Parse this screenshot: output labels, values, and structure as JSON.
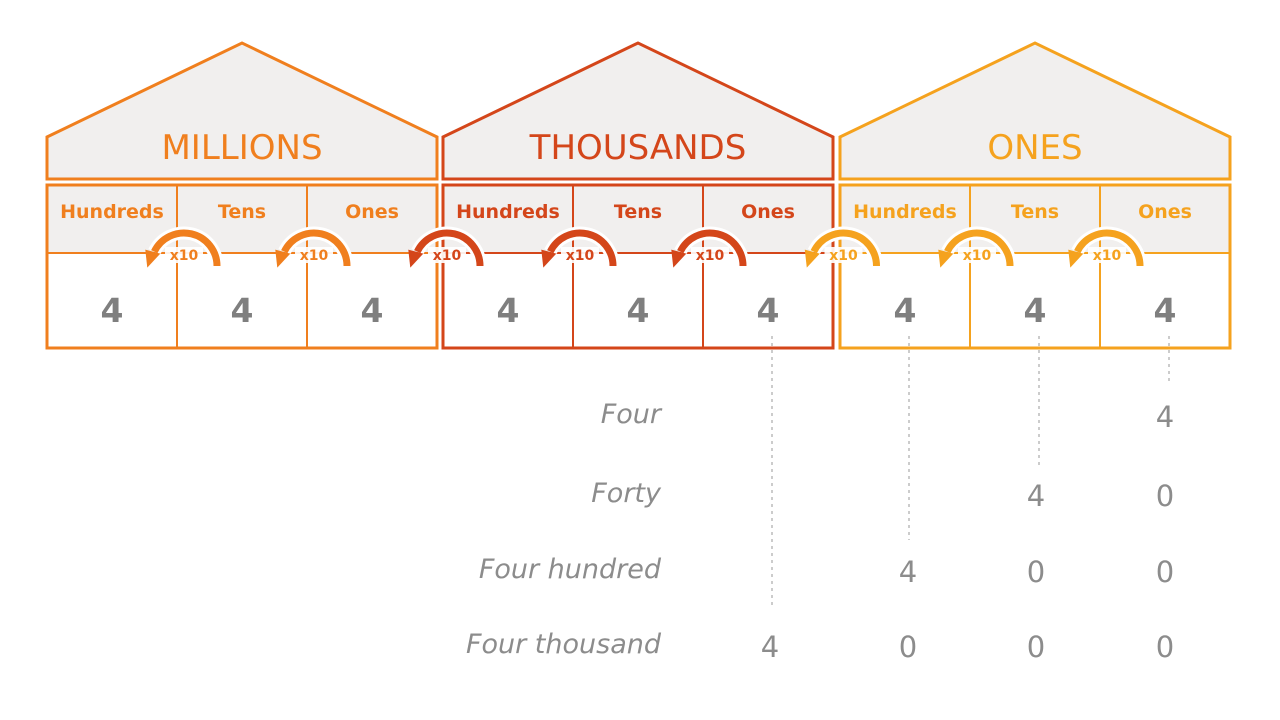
{
  "colors": {
    "millions": "#f07f1e",
    "thousands": "#d4461a",
    "ones": "#f5a21e",
    "fill": "#f1efee",
    "digit": "#7f7f7f",
    "dotted": "#cccccc"
  },
  "periods": [
    {
      "name": "MILLIONS",
      "color_key": "millions",
      "columns": [
        {
          "label": "Hundreds",
          "digit": "4"
        },
        {
          "label": "Tens",
          "digit": "4"
        },
        {
          "label": "Ones",
          "digit": "4"
        }
      ]
    },
    {
      "name": "THOUSANDS",
      "color_key": "thousands",
      "columns": [
        {
          "label": "Hundreds",
          "digit": "4"
        },
        {
          "label": "Tens",
          "digit": "4"
        },
        {
          "label": "Ones",
          "digit": "4"
        }
      ]
    },
    {
      "name": "ONES",
      "color_key": "ones",
      "columns": [
        {
          "label": "Hundreds",
          "digit": "4"
        },
        {
          "label": "Tens",
          "digit": "4"
        },
        {
          "label": "Ones",
          "digit": "4"
        }
      ]
    }
  ],
  "multiplier_label": "x10",
  "multiplier_color_keys": [
    "millions",
    "millions",
    "thousands",
    "thousands",
    "thousands",
    "ones",
    "ones",
    "ones"
  ],
  "expansion_rows": [
    {
      "words": "Four",
      "digits": [
        "",
        "",
        "",
        "4"
      ]
    },
    {
      "words": "Forty",
      "digits": [
        "",
        "",
        "4",
        "0"
      ]
    },
    {
      "words": "Four hundred",
      "digits": [
        "",
        "4",
        "0",
        "0"
      ]
    },
    {
      "words": "Four thousand",
      "digits": [
        "4",
        "0",
        "0",
        "0"
      ]
    }
  ]
}
